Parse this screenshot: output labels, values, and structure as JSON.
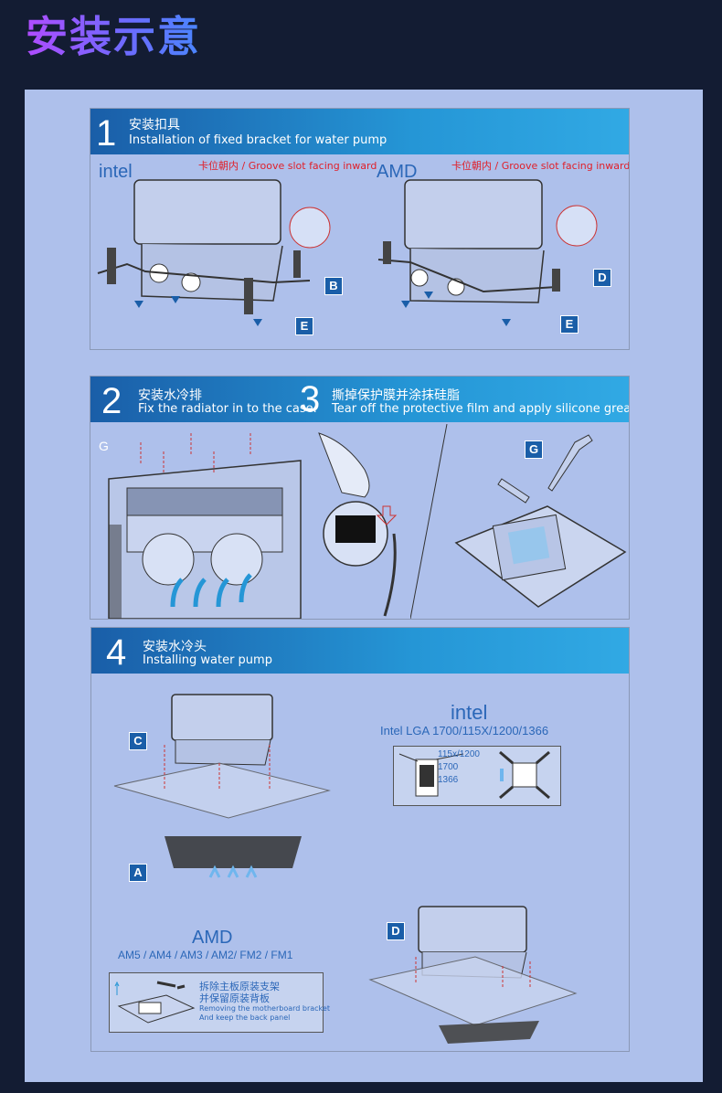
{
  "page_title": "安装示意",
  "step1": {
    "num": "1",
    "title_cn": "安装扣具",
    "title_en": "Installation of fixed bracket for water pump",
    "intel_label": "intel",
    "amd_label": "AMD",
    "note_left": "卡位朝内 / Groove slot facing inward",
    "note_right": "卡位朝内 / Groove slot facing inward",
    "tags": [
      "B",
      "E",
      "D",
      "E"
    ]
  },
  "step2": {
    "num": "2",
    "title_cn": "安装水冷排",
    "title_en": "Fix the radiator in to the case.",
    "tag": "G"
  },
  "step3": {
    "num": "3",
    "title_cn": "撕掉保护膜并涂抹硅脂",
    "title_en": "Tear off the protective film and apply silicone grease.",
    "tag": "G"
  },
  "step4": {
    "num": "4",
    "title_cn": "安装水冷头",
    "title_en": "Installing water pump",
    "intel_label": "intel",
    "intel_sockets": "Intel LGA 1700/115X/1200/1366",
    "socket_list": [
      "115x/1200",
      "1700",
      "1366"
    ],
    "amd_label": "AMD",
    "amd_sockets": "AM5 / AM4 / AM3 / AM2/ FM2 / FM1",
    "amd_note_cn_1": "拆除主板原装支架",
    "amd_note_cn_2": "并保留原装背板",
    "amd_note_en_1": "Removing the motherboard bracket",
    "amd_note_en_2": "And keep the back panel",
    "tags": [
      "C",
      "A",
      "D"
    ]
  },
  "colors": {
    "accent": "#2596d6",
    "tag": "#1a5ea8",
    "note_red": "#e0202a",
    "panel_bg": "#aec0eb"
  }
}
